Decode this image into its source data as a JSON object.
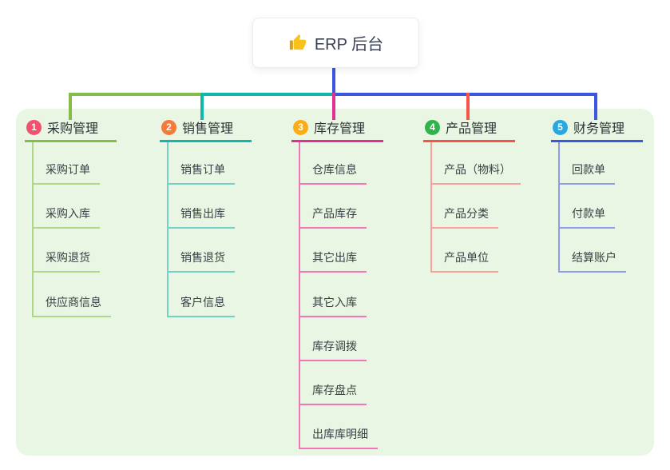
{
  "root": {
    "label": "ERP 后台",
    "icon": "thumbs-up-icon"
  },
  "branches": [
    {
      "badge": "1",
      "title": "采购管理",
      "color": "#86BC4B",
      "light_color": "#AFD78A",
      "badge_color": "#F2506E",
      "children": [
        "采购订单",
        "采购入库",
        "采购退货",
        "供应商信息"
      ]
    },
    {
      "badge": "2",
      "title": "销售管理",
      "color": "#12B7AB",
      "light_color": "#72D0C6",
      "badge_color": "#F57B3B",
      "children": [
        "销售订单",
        "销售出库",
        "销售退货",
        "客户信息"
      ]
    },
    {
      "badge": "3",
      "title": "库存管理",
      "color": "#E03091",
      "light_color": "#F078B6",
      "badge_color": "#FCAD15",
      "children": [
        "仓库信息",
        "产品库存",
        "其它出库",
        "其它入库",
        "库存调拨",
        "库存盘点",
        "出库库明细"
      ]
    },
    {
      "badge": "4",
      "title": "产品管理",
      "color": "#F6534B",
      "light_color": "#F9A09A",
      "badge_color": "#30B34D",
      "children": [
        "产品（物料）",
        "产品分类",
        "产品单位"
      ]
    },
    {
      "badge": "5",
      "title": "财务管理",
      "color": "#3D56E0",
      "light_color": "#8C9CEA",
      "badge_color": "#29A8E0",
      "children": [
        "回款单",
        "付款单",
        "结算账户"
      ]
    }
  ],
  "colors": {
    "root_line": "#3D56E0",
    "panel_bg": "#E9F6E3",
    "canvas_bg": "#FFFFFF",
    "card_bg": "#FFFFFF",
    "thumb_icon": "#F6B93B"
  }
}
